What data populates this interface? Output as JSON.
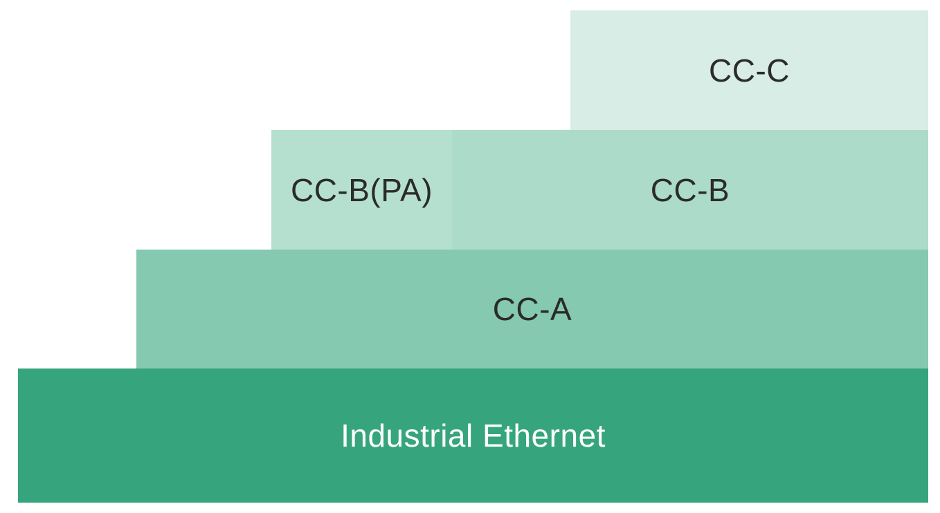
{
  "diagram": {
    "layers": [
      {
        "key": "c",
        "label": "CC-C",
        "fill": "#d7ede5",
        "text_color": "#2b2b2b"
      },
      {
        "key": "bpa",
        "label": "CC-B(PA)",
        "fill": "#b5e0d0",
        "text_color": "#2b2b2b"
      },
      {
        "key": "b",
        "label": "CC-B",
        "fill": "#acdbc9",
        "text_color": "#2b2b2b"
      },
      {
        "key": "a",
        "label": "CC-A",
        "fill": "#84c9b0",
        "text_color": "#2b2b2b"
      },
      {
        "key": "ie",
        "label": "Industrial Ethernet",
        "fill": "#36a57d",
        "text_color": "#ffffff"
      }
    ]
  }
}
